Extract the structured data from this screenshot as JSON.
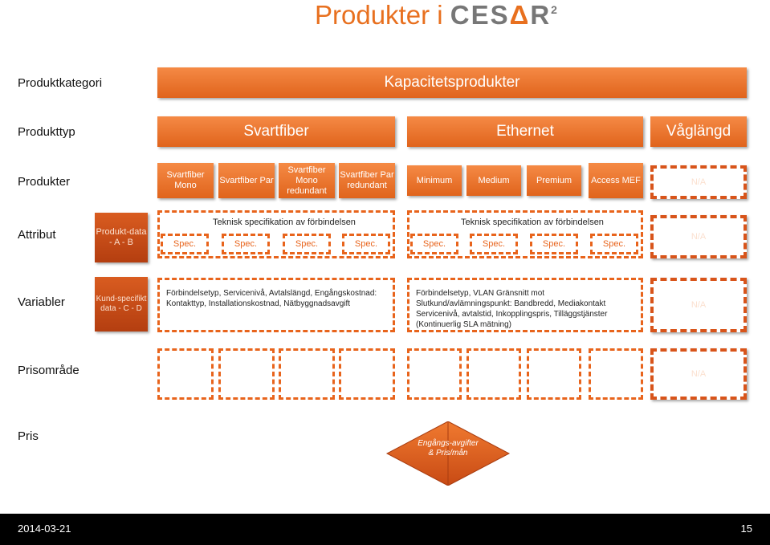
{
  "title": {
    "prefix": "Produkter i",
    "brand_a": "CES",
    "brand_b": "R",
    "sup": "2"
  },
  "rows": {
    "kategori": "Produktkategori",
    "typ": "Produkttyp",
    "produkter": "Produkter",
    "attribut": "Attribut",
    "variabler": "Variabler",
    "prisomrade": "Prisområde",
    "pris": "Pris"
  },
  "kategori": {
    "label": "Kapacitetsprodukter"
  },
  "types": {
    "svartfiber": "Svartfiber",
    "ethernet": "Ethernet",
    "vaglangd": "Våglängd"
  },
  "products": {
    "p1": "Svartfiber Mono",
    "p2": "Svartfiber Par",
    "p3": "Svartfiber Mono redundant",
    "p4": "Svartfiber Par redundant",
    "p5": "Minimum",
    "p6": "Medium",
    "p7": "Premium",
    "p8": "Access MEF",
    "na": "N/A"
  },
  "attribut": {
    "produktdata": "Produkt-data - A - B",
    "group_label": "Teknisk specifikation av förbindelsen",
    "spec": "Spec.",
    "na": "N/A"
  },
  "variabler": {
    "kunddata": "Kund-specifikt data - C - D",
    "svartfiber_text": "Förbindelsetyp, Servicenivå, Avtalslängd, Engångskostnad: Kontakttyp, Installationskostnad, Nätbyggnadsavgift",
    "ethernet_text": "Förbindelsetyp, VLAN Gränsnitt mot Slutkund/avlämningspunkt: Bandbredd, Mediakontakt Servicenivå, avtalstid, Inkopplingspris, Tilläggstjänster (Kontinuerlig SLA mätning)",
    "na": "N/A"
  },
  "prisomrade": {
    "na": "N/A"
  },
  "pris": {
    "arrow": "Engångs-avgifter & Pris/mån"
  },
  "footer": {
    "date": "2014-03-21",
    "page": "15"
  },
  "colors": {
    "accent": "#e8701f",
    "dark": "#b43e10",
    "footer": "#000000"
  }
}
